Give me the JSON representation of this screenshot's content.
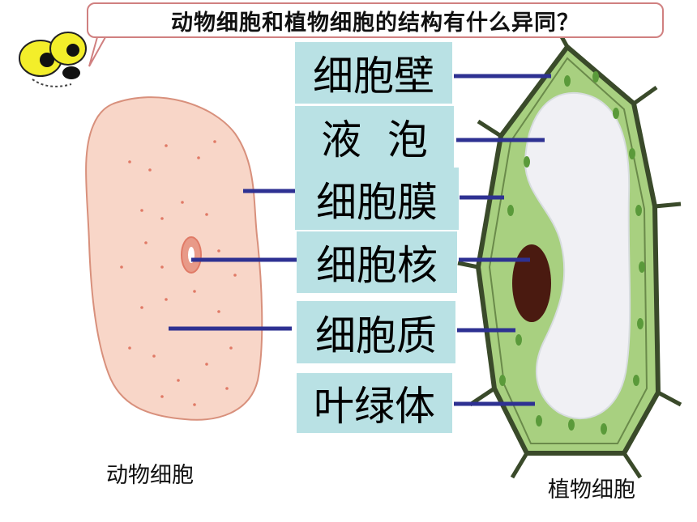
{
  "question": "动物细胞和植物细胞的结构有什么异同？",
  "labels": {
    "cell_wall": "细胞壁",
    "vacuole": "液  泡",
    "cell_membrane": "细胞膜",
    "nucleus": "细胞核",
    "cytoplasm": "细胞质",
    "chloroplast": "叶绿体"
  },
  "captions": {
    "animal": "动物细胞",
    "plant": "植物细胞"
  },
  "colors": {
    "label_bg": "#b9e1e4",
    "leader_line": "#2e3192",
    "animal_fill": "#f8d6c8",
    "animal_outline": "#d8907c",
    "plant_fill": "#a8d080",
    "vacuole_fill": "#f0f0f4",
    "nucleus_fill": "#4a1a10"
  }
}
